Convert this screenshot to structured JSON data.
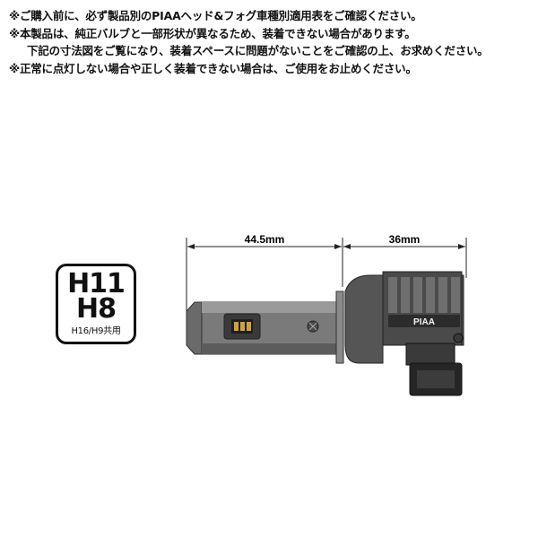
{
  "notes": [
    "※ご購入前に、必ず製品別のPIAAヘッド&フォグ車種別適用表をご確認ください。",
    "※本製品は、純正バルブと一部形状が異なるため、装着できない場合があります。",
    "下記の寸法図をご覧になり、装着スペースに問題がないことをご確認の上、お求めください。",
    "※正常に点灯しない場合や正しく装着できない場合は、ご使用をお止めください。"
  ],
  "badge": {
    "line1": "H11",
    "line2": "H8",
    "line3": "H16/H9共用"
  },
  "diagram": {
    "dim_left": "44.5mm",
    "dim_right": "36mm",
    "brand": "PIAA"
  }
}
